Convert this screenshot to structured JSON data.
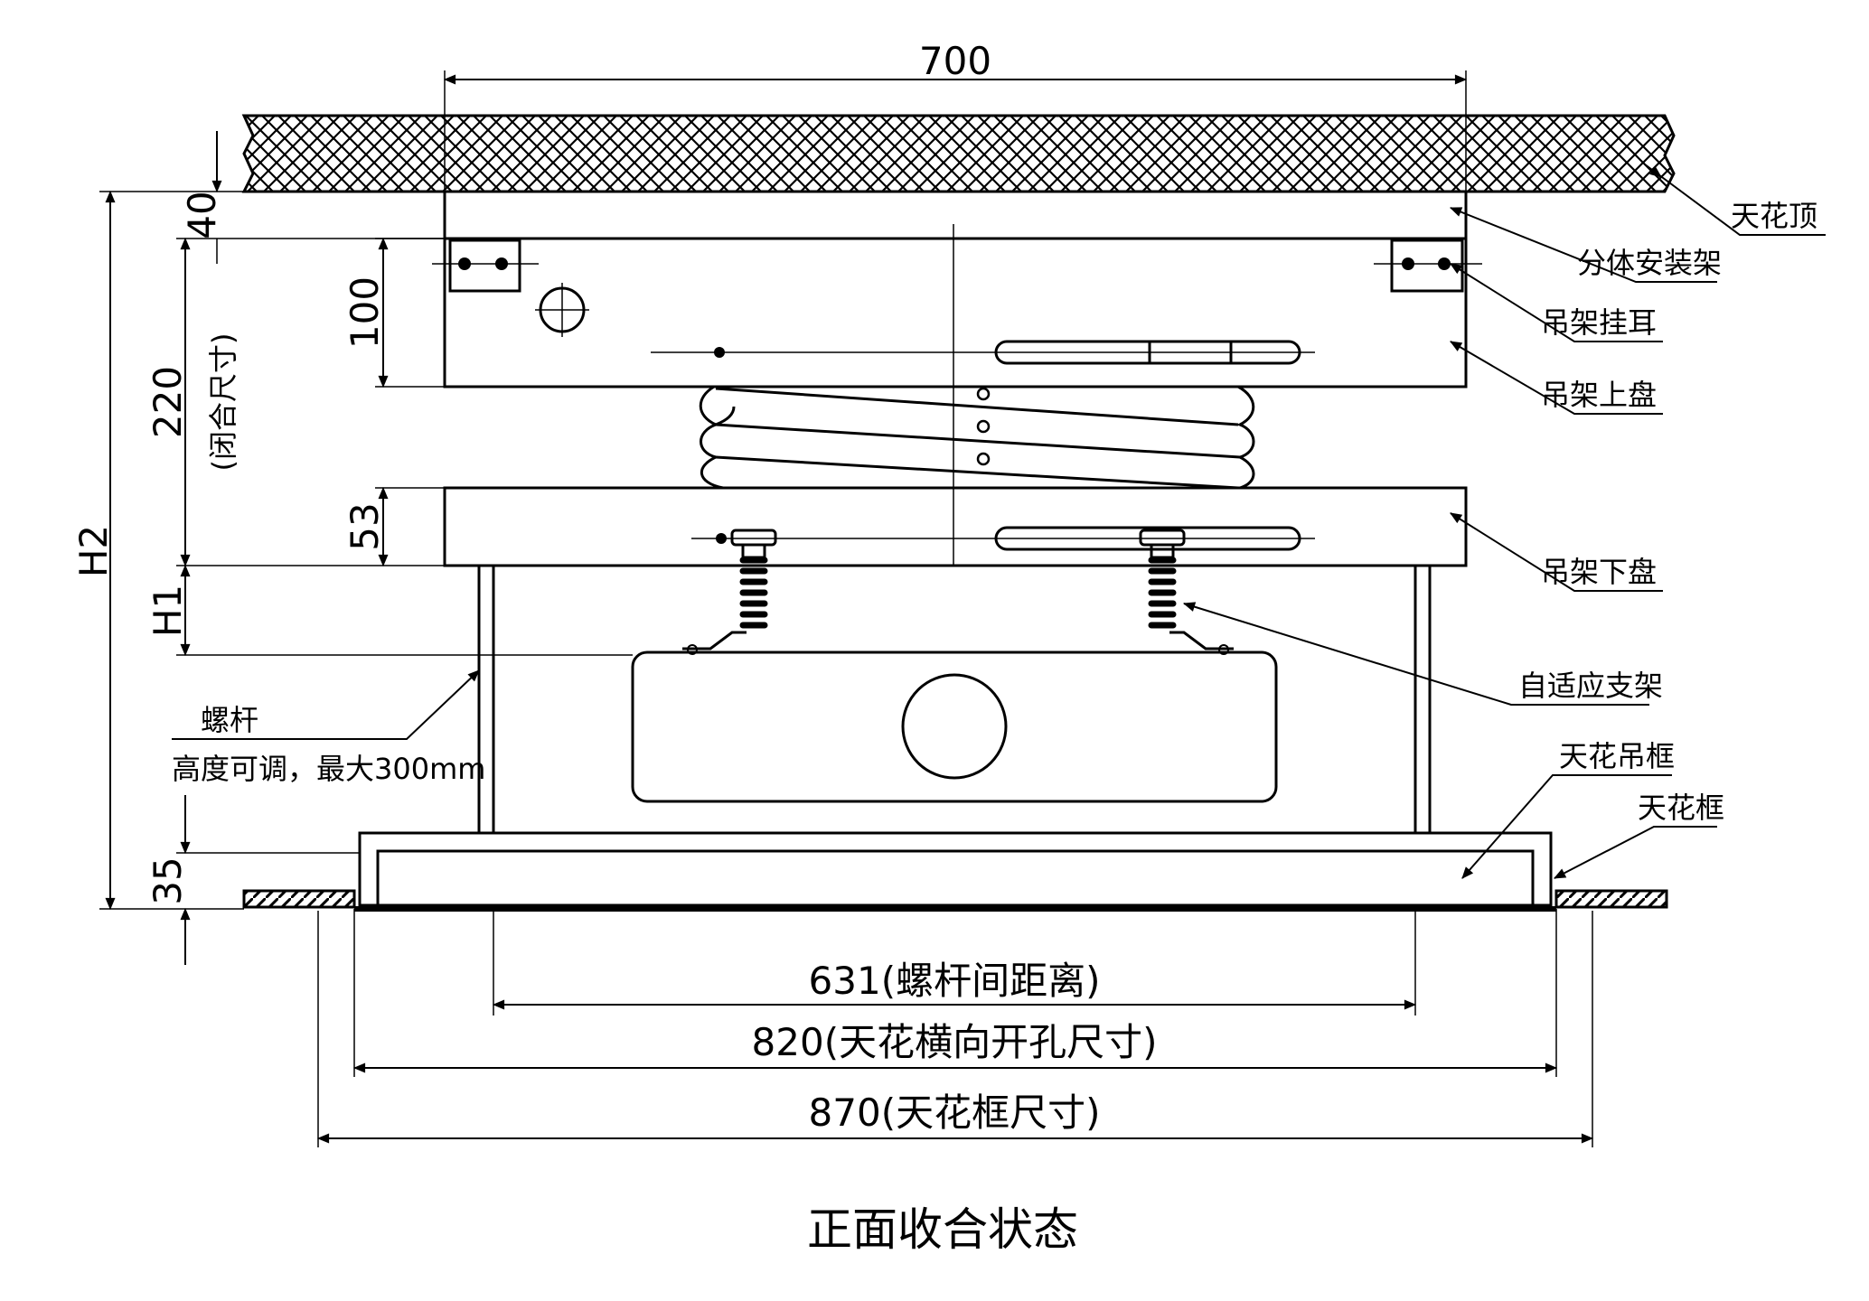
{
  "dimensions": {
    "top_width": "700",
    "ceiling_gap": "40",
    "upper_plate_height": "100",
    "closed_height": "220",
    "closed_height_note": "(闭合尺寸)",
    "lower_plate_height": "53",
    "h1": "H1",
    "h2": "H2",
    "frame_height": "35",
    "rod_spacing": "631(螺杆间距离)",
    "ceiling_opening": "820(天花横向开孔尺寸)",
    "ceiling_frame": "870(天花框尺寸)"
  },
  "labels": {
    "ceiling_top": "天花顶",
    "split_mount": "分体安装架",
    "hanger_ear": "吊架挂耳",
    "upper_plate": "吊架上盘",
    "lower_plate": "吊架下盘",
    "adaptive_bracket": "自适应支架",
    "ceiling_hang_frame": "天花吊框",
    "ceiling_frame": "天花框",
    "screw_rod": "螺杆",
    "screw_rod_note": "高度可调，最大300mm"
  },
  "title": "正面收合状态"
}
